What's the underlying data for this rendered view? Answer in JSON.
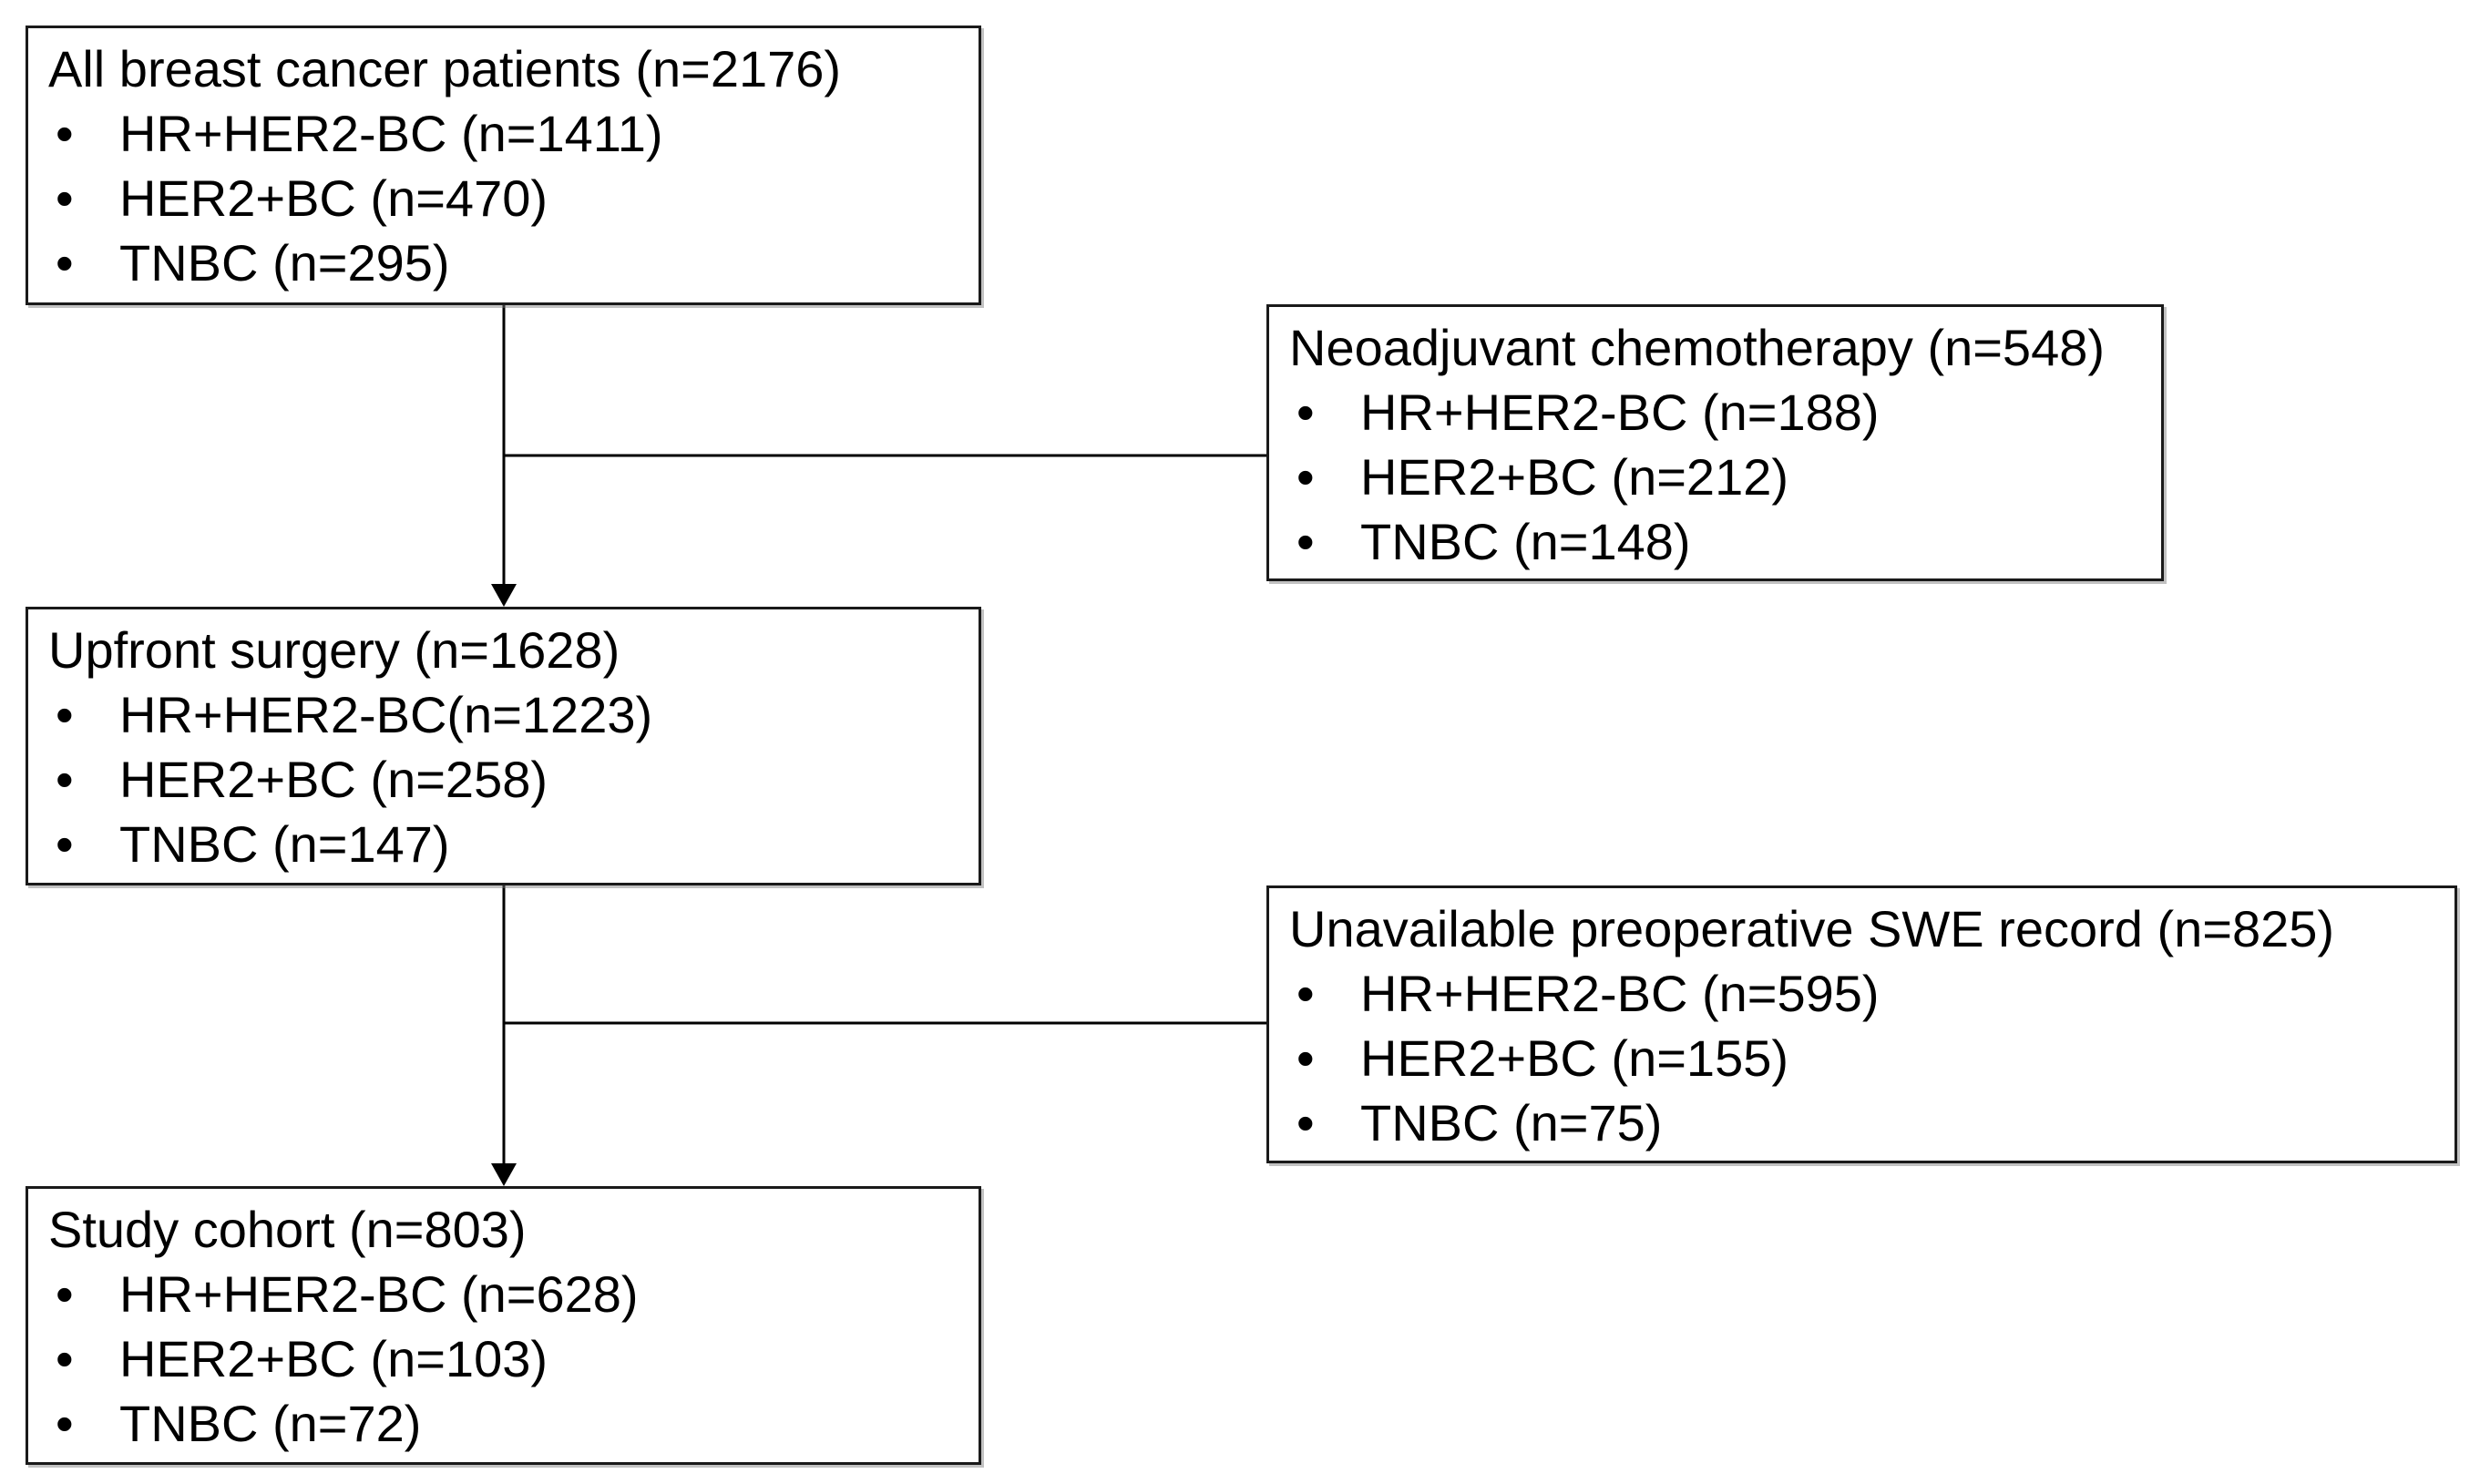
{
  "figure": {
    "kind": "study-cohort-flow-diagram",
    "colors": {
      "background": "#ffffff",
      "box_fill": "#ffffff",
      "box_border": "#1a1a1a",
      "text": "#000000",
      "connector": "#000000"
    }
  },
  "boxes": [
    {
      "id": "all-patients",
      "title": "All breast cancer patients (n=2176)",
      "items": [
        "HR+HER2-BC (n=1411)",
        "HER2+BC (n=470)",
        "TNBC (n=295)"
      ]
    },
    {
      "id": "neoadjuvant-chemotherapy",
      "title": "Neoadjuvant chemotherapy (n=548)",
      "items": [
        "HR+HER2-BC (n=188)",
        "HER2+BC (n=212)",
        "TNBC (n=148)"
      ]
    },
    {
      "id": "upfront-surgery",
      "title": "Upfront surgery (n=1628)",
      "items": [
        "HR+HER2-BC(n=1223)",
        "HER2+BC (n=258)",
        "TNBC (n=147)"
      ]
    },
    {
      "id": "unavailable-preoperative-swe-record",
      "title": "Unavailable preoperative SWE record (n=825)",
      "items": [
        "HR+HER2-BC (n=595)",
        "HER2+BC (n=155)",
        "TNBC (n=75)"
      ]
    },
    {
      "id": "study-cohort",
      "title": "Study cohort (n=803)",
      "items": [
        "HR+HER2-BC (n=628)",
        "HER2+BC (n=103)",
        "TNBC (n=72)"
      ]
    }
  ]
}
